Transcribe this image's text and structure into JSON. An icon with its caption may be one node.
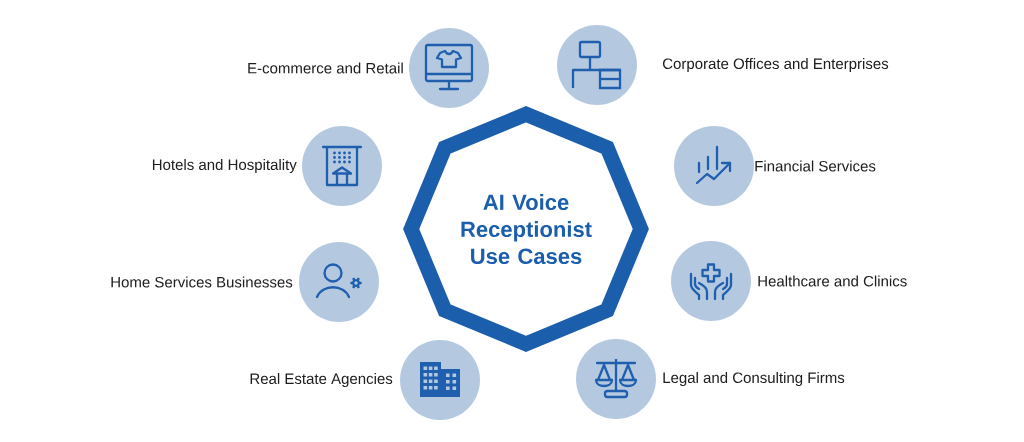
{
  "diagram": {
    "nodes": [
      {
        "text": [
          "AI Voice Receptionist Use Cases"
        ]
      },
      {
        "text": [],
        "shape": "circle",
        "beside": [
          "E-commerce and Retail"
        ]
      },
      {
        "text": [],
        "shape": "circle",
        "beside": [
          "Corporate Offices and Enterprises"
        ]
      },
      {
        "text": [],
        "shape": "circle",
        "beside": [
          "Hotels and Hospitality"
        ]
      },
      {
        "text": [],
        "shape": "circle",
        "beside": [
          "Financial Services"
        ]
      },
      {
        "text": [],
        "shape": "circle",
        "beside": [
          "Home Services Businesses"
        ]
      },
      {
        "text": [],
        "shape": "circle",
        "beside": [
          "Healthcare and Clinics"
        ]
      },
      {
        "text": [],
        "shape": "circle",
        "beside": [
          "Real Estate Agencies"
        ]
      },
      {
        "text": [],
        "shape": "circle",
        "beside": [
          "Legal and Consulting Firms"
        ]
      }
    ]
  }
}
